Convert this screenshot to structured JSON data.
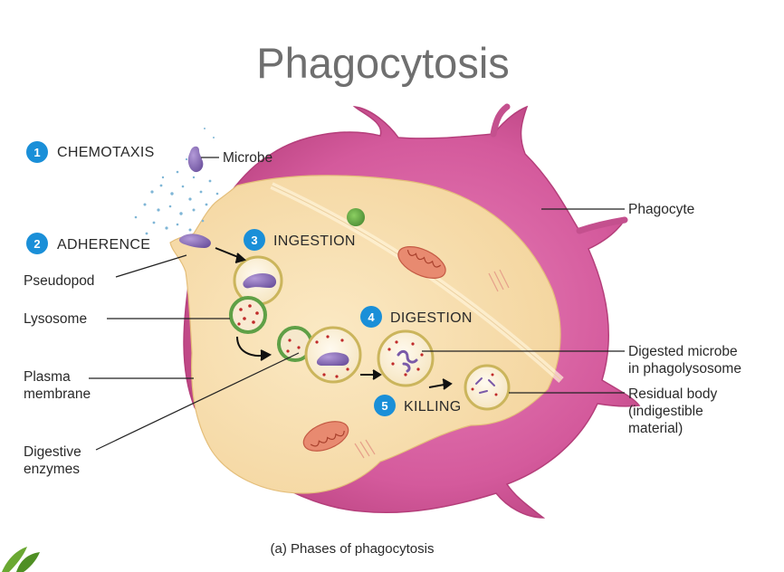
{
  "title": "Phagocytosis",
  "steps": [
    {
      "number": "1",
      "label": "CHEMOTAXIS"
    },
    {
      "number": "2",
      "label": "ADHERENCE"
    },
    {
      "number": "3",
      "label": "INGESTION"
    },
    {
      "number": "4",
      "label": "DIGESTION"
    },
    {
      "number": "5",
      "label": "KILLING"
    }
  ],
  "labels": {
    "microbe": "Microbe",
    "phagocyte": "Phagocyte",
    "pseudopod": "Pseudopod",
    "lysosome": "Lysosome",
    "plasma_membrane": [
      "Plasma",
      "membrane"
    ],
    "digestive_enzymes": [
      "Digestive",
      "enzymes"
    ],
    "digested_microbe": [
      "Digested microbe",
      "in phagolysosome"
    ],
    "residual_body": [
      "Residual body",
      "(indigestible",
      "material)"
    ]
  },
  "caption": "(a) Phases of phagocytosis",
  "colors": {
    "step_badge": "#1a8fd8",
    "phagocyte_outer": "#d45a9c",
    "cytoplasm": "#f8e0b0",
    "microbe": "#8a6cb8",
    "lysosome_wall": "#5fa046",
    "vesicle_wall": "#d8c878",
    "enzyme_dot": "#c02a2a"
  }
}
